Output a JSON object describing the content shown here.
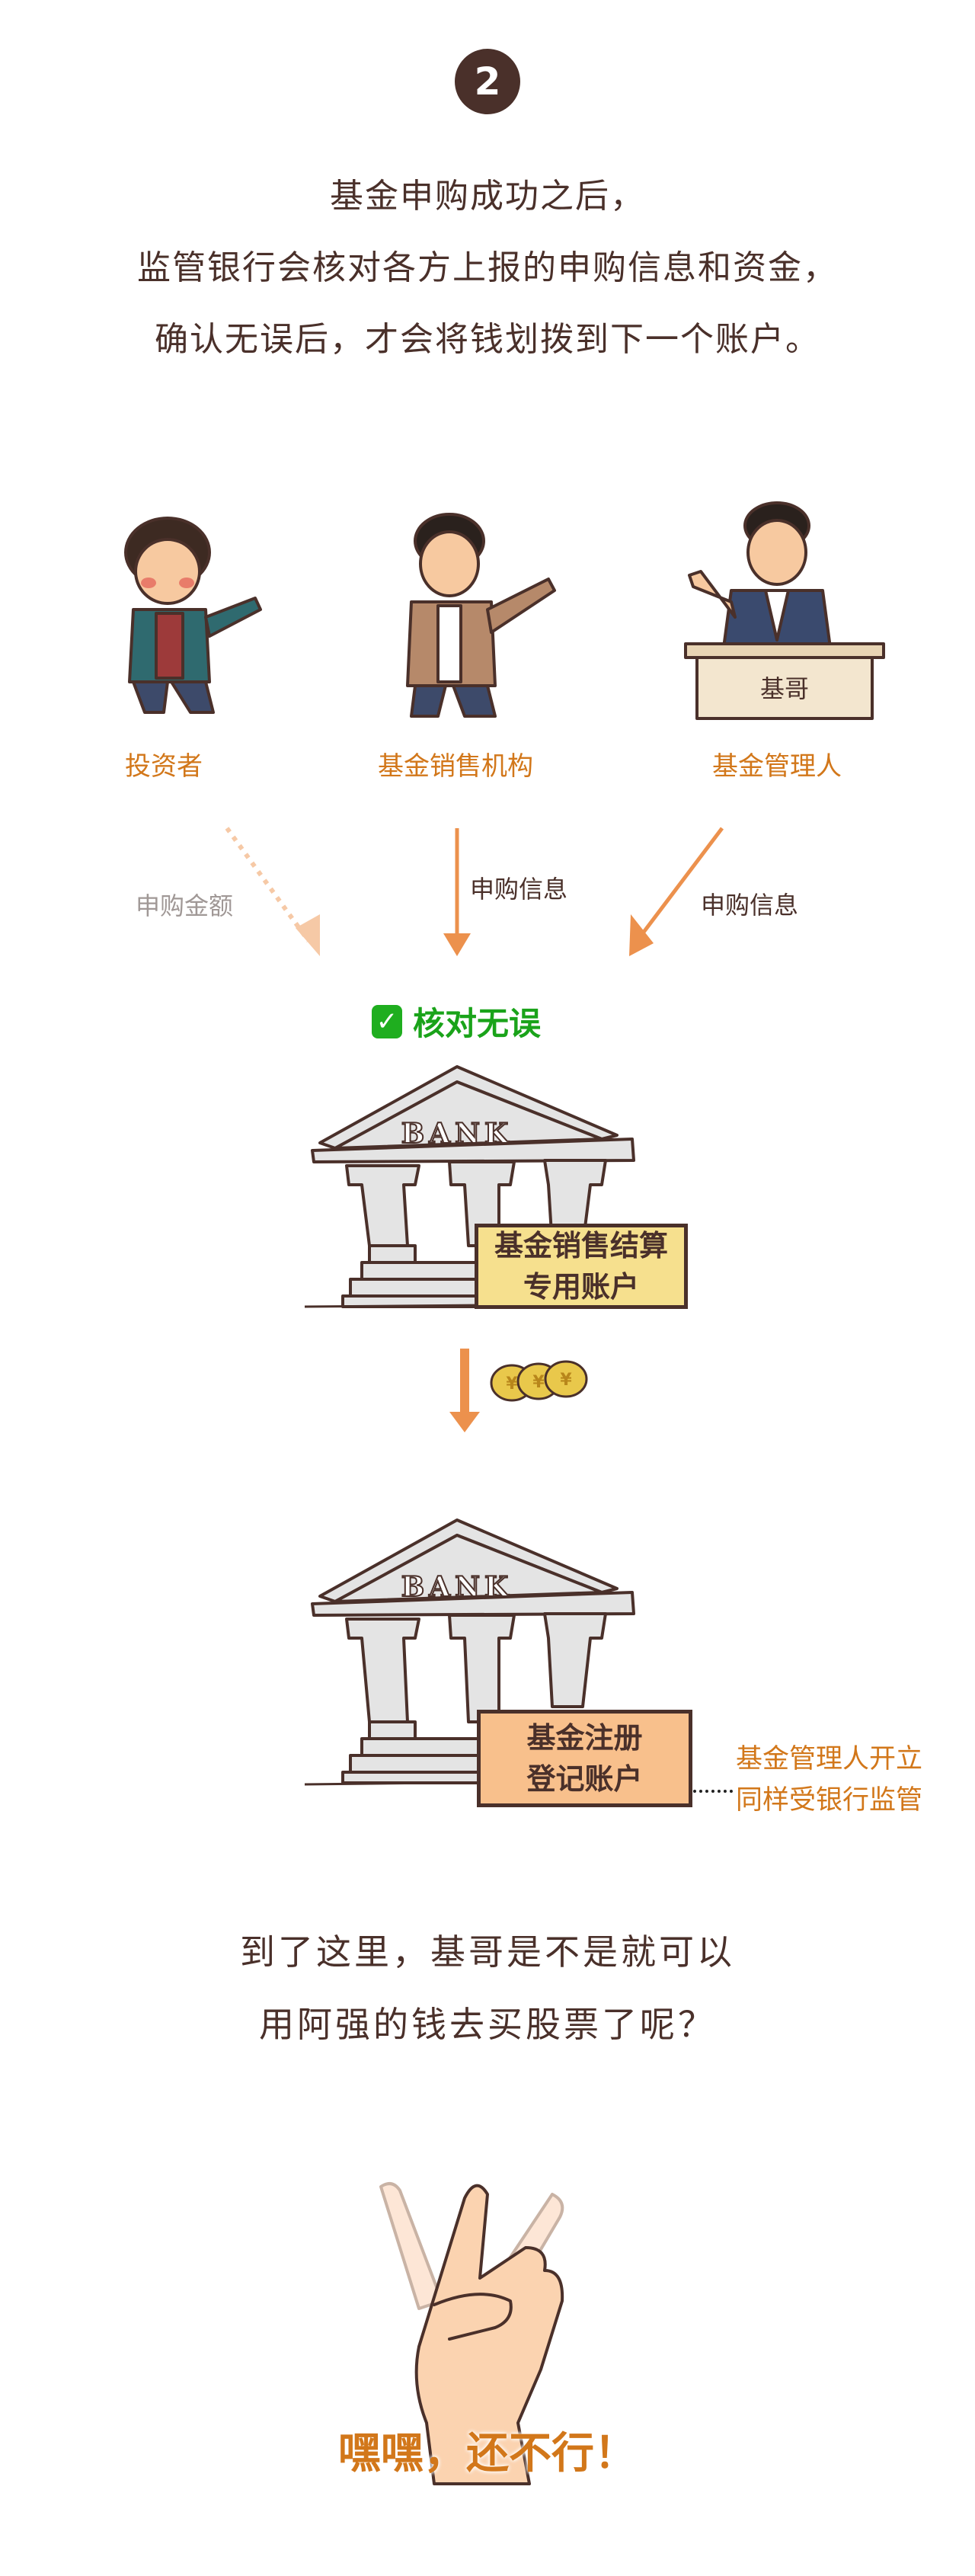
{
  "step_number": "2",
  "intro_lines": [
    "基金申购成功之后，",
    "监管银行会核对各方上报的申购信息和资金，",
    "确认无误后，才会将钱划拨到下一个账户。"
  ],
  "roles": [
    "投资者",
    "基金销售机构",
    "基金管理人"
  ],
  "flows": {
    "investor": "申购金额",
    "sales": "申购信息",
    "manager": "申购信息"
  },
  "check": {
    "icon": "check-box-icon",
    "label": "核对无误"
  },
  "nameplate": "基哥",
  "bank_sign": "BANK",
  "account1": [
    "基金销售结算",
    "专用账户"
  ],
  "account2": [
    "基金注册",
    "登记账户"
  ],
  "account2_note": [
    "基金管理人开立",
    "同样受银行监管"
  ],
  "question_lines": [
    "到了这里，基哥是不是就可以",
    "用阿强的钱去买股票了呢？"
  ],
  "punchline": "嘿嘿，还不行！",
  "colors": {
    "text": "#4a302a",
    "accent": "#d2771a",
    "arrow": "#ec914d",
    "green": "#1aa31a",
    "account1": "#f6e08e",
    "account2": "#f8c08c"
  }
}
